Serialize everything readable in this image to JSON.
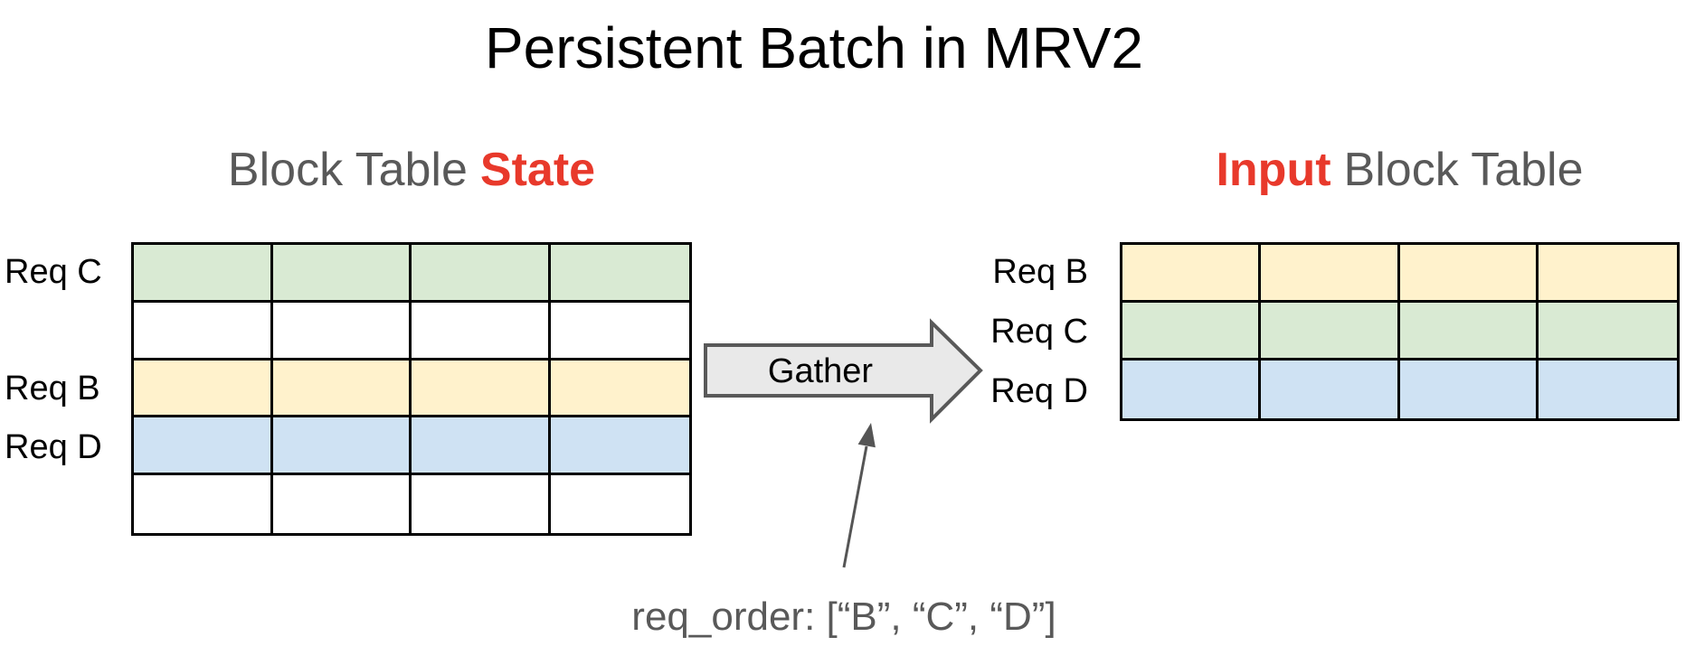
{
  "title": "Persistent Batch in MRV2",
  "colors": {
    "accent_red": "#e8392b",
    "heading_gray": "#595959",
    "cell_green": "#d9ead3",
    "cell_yellow": "#fff2cc",
    "cell_blue": "#cfe2f3",
    "cell_white": "#ffffff",
    "arrow_fill": "#e9e9e9",
    "arrow_stroke": "#595959",
    "annotation_arrow": "#555555"
  },
  "left_panel": {
    "heading_prefix": "Block Table",
    "heading_accent": "State",
    "columns": 4,
    "rows": [
      {
        "label": "Req C",
        "fill": "#d9ead3"
      },
      {
        "label": "",
        "fill": "#ffffff"
      },
      {
        "label": "Req B",
        "fill": "#fff2cc"
      },
      {
        "label": "Req D",
        "fill": "#cfe2f3"
      },
      {
        "label": "",
        "fill": "#ffffff"
      }
    ]
  },
  "right_panel": {
    "heading_accent": "Input",
    "heading_suffix": "Block Table",
    "columns": 4,
    "rows": [
      {
        "label": "Req B",
        "fill": "#fff2cc"
      },
      {
        "label": "Req C",
        "fill": "#d9ead3"
      },
      {
        "label": "Req D",
        "fill": "#cfe2f3"
      }
    ]
  },
  "gather": {
    "label": "Gather"
  },
  "annotation": {
    "text": "req_order: [“B”, “C”, “D”]"
  }
}
